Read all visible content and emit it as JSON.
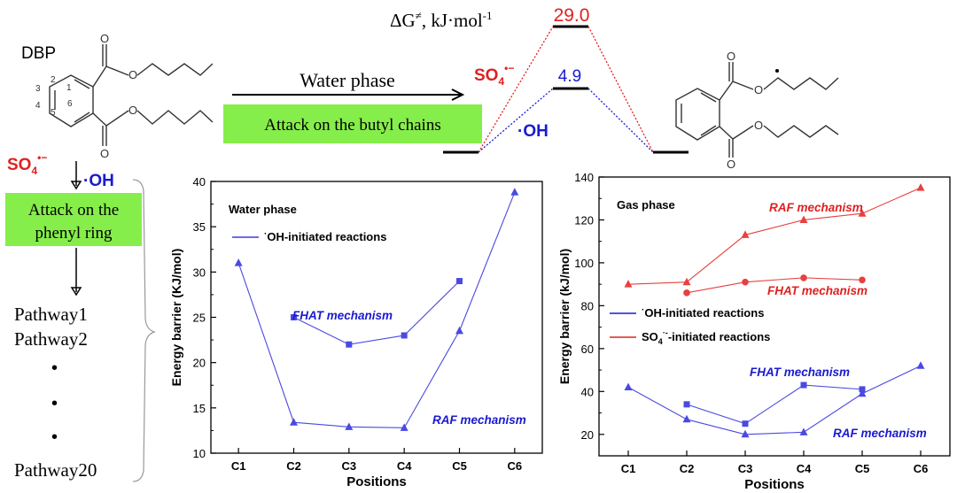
{
  "scheme": {
    "molecule_label": "DBP",
    "ring_numbers": [
      "1",
      "2",
      "3",
      "4",
      "5",
      "6"
    ],
    "so4_base": "SO",
    "so4_sub": "4",
    "so4_sup": "•−",
    "oh_label": "·OH",
    "water_phase_label": "Water phase",
    "butyl_attack_label": "Attack on the butyl chains",
    "phenyl_attack_label_line1": "Attack on the",
    "phenyl_attack_label_line2": "phenyl ring",
    "pathways": [
      "Pathway1",
      "Pathway2",
      "Pathway20"
    ],
    "dots": [
      "•",
      "•",
      "•"
    ]
  },
  "energy_diagram": {
    "dg_label": "ΔG",
    "dg_sup": "≠",
    "dg_unit": ", kJ·mol",
    "dg_unit_sup": "-1",
    "so4_barrier": "29.0",
    "oh_barrier": "4.9",
    "colors": {
      "so4": "#e02020",
      "oh": "#1a1ad0"
    }
  },
  "chart_data": [
    {
      "type": "line",
      "title": "Water phase",
      "categories": [
        "C1",
        "C2",
        "C3",
        "C4",
        "C5",
        "C6"
      ],
      "xlabel": "Positions",
      "ylabel": "Energy barrier (KJ/mol)",
      "ylim": [
        10,
        40
      ],
      "yticks": [
        "10",
        "15",
        "20",
        "25",
        "30",
        "35",
        "40"
      ],
      "legend": [
        {
          "text_pre": "",
          "sup": "·",
          "text": "OH-initiated reactions",
          "color": "#3a3adf"
        }
      ],
      "series": [
        {
          "name": "RAF mechanism",
          "marker": "triangle",
          "color": "#4a4ae0",
          "x": [
            0,
            1,
            2,
            3,
            4,
            5
          ],
          "values": [
            31.0,
            13.4,
            12.9,
            12.8,
            23.5,
            38.8
          ]
        },
        {
          "name": "FHAT mechanism",
          "marker": "square",
          "color": "#4a4ae0",
          "x": [
            1,
            2,
            3,
            4
          ],
          "values": [
            25.0,
            22.0,
            23.0,
            29.0
          ]
        }
      ],
      "annotations": [
        "FHAT mechanism",
        "RAF mechanism"
      ]
    },
    {
      "type": "line",
      "title": "Gas phase",
      "categories": [
        "C1",
        "C2",
        "C3",
        "C4",
        "C5",
        "C6"
      ],
      "xlabel": "Positions",
      "ylabel": "Energy barrier (kJ/mol)",
      "ylim": [
        10,
        140
      ],
      "yticks": [
        "20",
        "40",
        "60",
        "80",
        "100",
        "120",
        "140"
      ],
      "legend": [
        {
          "sup": "·",
          "text": "OH-initiated reactions",
          "color": "#1a1ad0"
        },
        {
          "text": "SO",
          "sub": "4",
          "sup": "·-",
          "text2": "-initiated reactions",
          "color": "#e02020"
        }
      ],
      "series": [
        {
          "name": "RAF mechanism",
          "marker": "triangle",
          "color": "#e84040",
          "x": [
            0,
            1,
            2,
            3,
            4,
            5
          ],
          "values": [
            90,
            91,
            113,
            120,
            123,
            135
          ]
        },
        {
          "name": "FHAT mechanism",
          "marker": "circle",
          "color": "#e84040",
          "x": [
            1,
            2,
            3,
            4
          ],
          "values": [
            86,
            91,
            93,
            92
          ]
        },
        {
          "name": "FHAT mechanism",
          "marker": "square",
          "color": "#4a4ae0",
          "x": [
            1,
            2,
            3,
            4
          ],
          "values": [
            34,
            25,
            43,
            41
          ]
        },
        {
          "name": "RAF mechanism",
          "marker": "triangle",
          "color": "#4a4ae0",
          "x": [
            0,
            1,
            2,
            3,
            4,
            5
          ],
          "values": [
            42,
            27,
            20,
            21,
            39,
            52
          ]
        }
      ],
      "annotations": [
        "RAF mechanism",
        "FHAT mechanism",
        "FHAT mechanism",
        "RAF mechanism"
      ]
    }
  ]
}
